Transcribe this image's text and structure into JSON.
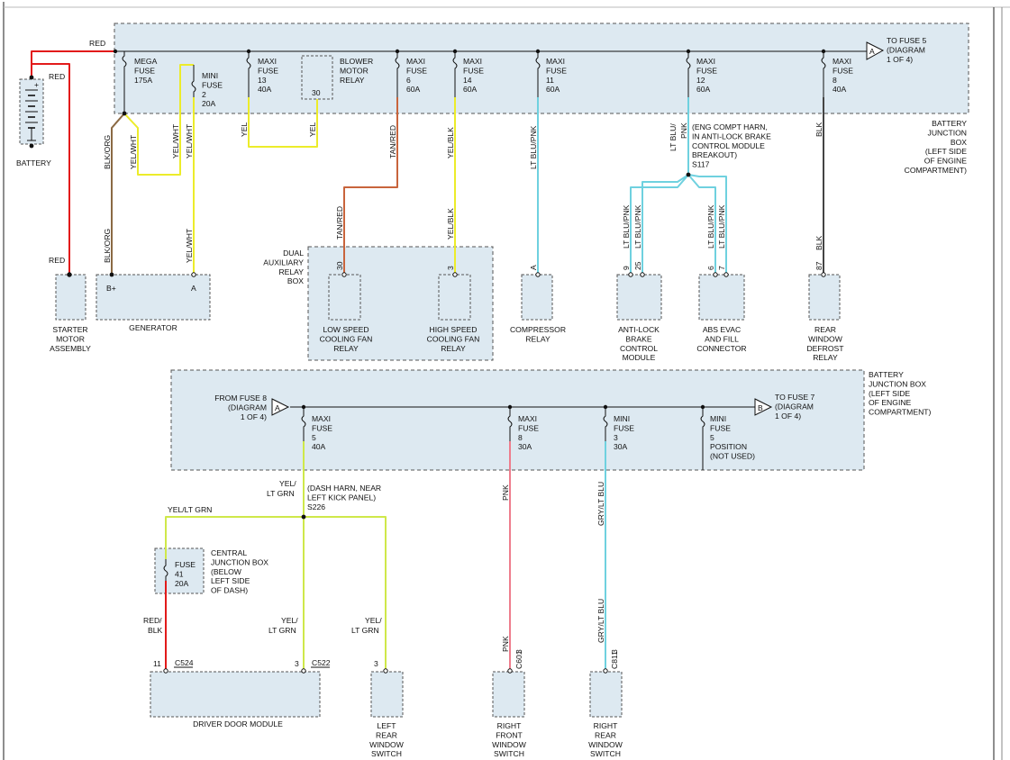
{
  "colors": {
    "red": "#e21a1a",
    "yellow": "#ecec2a",
    "brown": "#8b6a44",
    "tan_red": "#c8643c",
    "light_blue": "#6fd1df",
    "black": "#444444",
    "pink": "#ee7d8d",
    "yel_grn": "#cfe84a",
    "box_fill": "#dde9f1"
  },
  "top": {
    "battery": {
      "label": "BATTERY",
      "plus": "+"
    },
    "wire_labels": {
      "red_top": "RED",
      "red_mid": "RED",
      "red_starter": "RED",
      "blk_org_1": "BLK/ORG",
      "blk_org_2": "BLK/ORG",
      "yel_wht_1": "YEL/WHT",
      "yel_wht_2": "YEL/WHT",
      "yel_wht_3": "YEL/WHT",
      "yel_wht_4": "YEL/WHT",
      "yel_1": "YEL",
      "yel_2": "YEL",
      "tan_red_1": "TAN/RED",
      "tan_red_2": "TAN/RED",
      "yel_blk_1": "YEL/BLK",
      "yel_blk_2": "YEL/BLK",
      "lt_blu_pnk_comp": "LT BLU/PNK",
      "lt_blu_pnk_top_a": "LT BLU/",
      "lt_blu_pnk_top_b": "PNK",
      "lt_blu_pnk_a": "LT BLU/PNK",
      "lt_blu_pnk_b": "LT BLU/PNK",
      "lt_blu_pnk_c": "LT BLU/PNK",
      "lt_blu_pnk_d": "LT BLU/PNK",
      "blk_1": "BLK",
      "blk_2": "BLK"
    },
    "fuses": {
      "mega": [
        "MEGA",
        "FUSE",
        "175A"
      ],
      "mini2": [
        "MINI",
        "FUSE",
        "2",
        "20A"
      ],
      "maxi13": [
        "MAXI",
        "FUSE",
        "13",
        "40A"
      ],
      "maxi6": [
        "MAXI",
        "FUSE",
        "6",
        "60A"
      ],
      "maxi14": [
        "MAXI",
        "FUSE",
        "14",
        "60A"
      ],
      "maxi11": [
        "MAXI",
        "FUSE",
        "11",
        "60A"
      ],
      "maxi12": [
        "MAXI",
        "FUSE",
        "12",
        "60A"
      ],
      "maxi8": [
        "MAXI",
        "FUSE",
        "8",
        "40A"
      ]
    },
    "blower": {
      "lines": [
        "BLOWER",
        "MOTOR",
        "RELAY"
      ],
      "pin": "30"
    },
    "to_fuse": {
      "letter": "A",
      "lines": [
        "TO FUSE 5",
        "(DIAGRAM",
        "1 OF 4)"
      ]
    },
    "box_label": [
      "BATTERY",
      "JUNCTION",
      "BOX",
      "(LEFT SIDE",
      "OF ENGINE",
      "COMPARTMENT)"
    ],
    "splice_note": [
      "(ENG COMPT HARN,",
      "IN ANTI-LOCK BRAKE",
      "CONTROL MODULE",
      "BREAKOUT)",
      "S117"
    ],
    "dual_relay_box": [
      "DUAL",
      "AUXILIARY",
      "RELAY",
      "BOX"
    ],
    "components": {
      "starter": [
        "STARTER",
        "MOTOR",
        "ASSEMBLY"
      ],
      "generator": [
        "GENERATOR"
      ],
      "gen_b": "B+",
      "gen_a": "A",
      "low_relay": [
        "LOW SPEED",
        "COOLING FAN",
        "RELAY"
      ],
      "high_relay": [
        "HIGH SPEED",
        "COOLING FAN",
        "RELAY"
      ],
      "compressor": [
        "COMPRESSOR",
        "RELAY"
      ],
      "abcm": [
        "ANTI-LOCK",
        "BRAKE",
        "CONTROL",
        "MODULE"
      ],
      "abs_evac": [
        "ABS EVAC",
        "AND FILL",
        "CONNECTOR"
      ],
      "rear_defrost": [
        "REAR",
        "WINDOW",
        "DEFROST",
        "RELAY"
      ]
    },
    "pins": {
      "low": "30",
      "high": "3",
      "comp": "A",
      "abcm1": "9",
      "abcm2": "25",
      "evac1": "6",
      "evac2": "7",
      "defrost": "87"
    }
  },
  "bottom": {
    "from_fuse": {
      "letter": "A",
      "lines": [
        "FROM FUSE 8",
        "(DIAGRAM",
        "1 OF 4)"
      ]
    },
    "to_fuse": {
      "letter": "B",
      "lines": [
        "TO FUSE 7",
        "(DIAGRAM",
        "1 OF 4)"
      ]
    },
    "box_label": [
      "BATTERY",
      "JUNCTION BOX",
      "(LEFT SIDE",
      "OF ENGINE",
      "COMPARTMENT)"
    ],
    "fuses": {
      "maxi5": [
        "MAXI",
        "FUSE",
        "5",
        "40A"
      ],
      "maxi8": [
        "MAXI",
        "FUSE",
        "8",
        "30A"
      ],
      "mini3": [
        "MINI",
        "FUSE",
        "3",
        "30A"
      ],
      "mini5": [
        "MINI",
        "FUSE",
        "5",
        "POSITION",
        "(NOT USED)"
      ]
    },
    "splice_note": [
      "(DASH HARN, NEAR",
      "LEFT KICK PANEL)",
      "S226"
    ],
    "wire_labels": {
      "yel_ltgrn_main_a": "YEL/",
      "yel_ltgrn_main_b": "LT GRN",
      "yel_ltgrn_left": "YEL/LT GRN",
      "yel_ltgrn_mid_a": "YEL/",
      "yel_ltgrn_mid_b": "LT GRN",
      "yel_ltgrn_right_a": "YEL/",
      "yel_ltgrn_right_b": "LT GRN",
      "red_blk_a": "RED/",
      "red_blk_b": "BLK",
      "pnk_1": "PNK",
      "pnk_2": "PNK",
      "gry_1": "GRY/LT BLU",
      "gry_2": "GRY/LT BLU"
    },
    "central_box": {
      "fuse": [
        "FUSE",
        "41",
        "20A"
      ],
      "label": [
        "CENTRAL",
        "JUNCTION BOX",
        "(BELOW",
        "LEFT SIDE",
        "OF DASH)"
      ]
    },
    "connectors": {
      "c524": "C524",
      "c522": "C522",
      "c601": "C601",
      "c811": "C811",
      "pin_11": "11",
      "pin_3a": "3",
      "pin_3b": "3",
      "pin_3c": "3",
      "pin_3d": "3"
    },
    "components": {
      "driver_door": [
        "DRIVER DOOR MODULE"
      ],
      "left_rear": [
        "LEFT",
        "REAR",
        "WINDOW",
        "SWITCH"
      ],
      "right_front": [
        "RIGHT",
        "FRONT",
        "WINDOW",
        "SWITCH"
      ],
      "right_rear": [
        "RIGHT",
        "REAR",
        "WINDOW",
        "SWITCH"
      ]
    }
  }
}
